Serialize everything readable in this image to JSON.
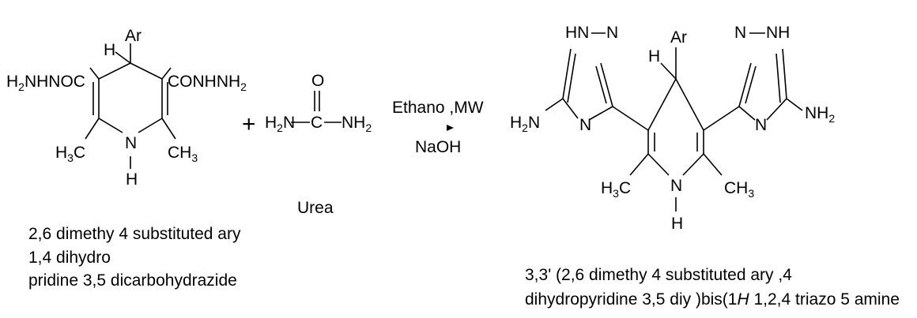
{
  "reactant1": {
    "atoms": {
      "h": "H",
      "ar": "Ar",
      "left_group_main": "H",
      "left_group_sub": "2",
      "left_group_rest": "NHNOC",
      "right_group_main": "CONHNH",
      "right_group_sub": "2",
      "left_methyl_main": "H",
      "left_methyl_sub": "3",
      "left_methyl_rest": "C",
      "right_methyl_main": "CH",
      "right_methyl_sub": "3",
      "ring_n": "N",
      "n_h": "H"
    },
    "caption_lines": [
      "2,6 dimethy  4 substituted ary",
      "1,4 dihydro",
      "pridine 3,5 dicarbohydrazide"
    ]
  },
  "plus": "+",
  "urea": {
    "o": "O",
    "left_main": "H",
    "left_sub": "2",
    "left_rest": "N",
    "c": "C",
    "right_main": "NH",
    "right_sub": "2",
    "name": "Urea"
  },
  "conditions": {
    "top": "Ethano ,MW",
    "bottom": "NaOH"
  },
  "product": {
    "atoms": {
      "h": "H",
      "ar": "Ar",
      "lt_hn": "HN",
      "lt_n1": "N",
      "lt_n2": "N",
      "lt_amine_main": "H",
      "lt_amine_sub": "2",
      "lt_amine_rest": "N",
      "rt_n1": "N",
      "rt_nh": "NH",
      "rt_n2": "N",
      "rt_amine_main": "NH",
      "rt_amine_sub": "2",
      "left_methyl_main": "H",
      "left_methyl_sub": "3",
      "left_methyl_rest": "C",
      "right_methyl_main": "CH",
      "right_methyl_sub": "3",
      "ring_n": "N",
      "n_h": "H"
    },
    "caption_line1": "3,3' (2,6 dimethy  4 substituted ary  ,4",
    "caption_line2_a": "dihydropyridine 3,5 diy )bis(1",
    "caption_line2_italic": "H",
    "caption_line2_b": " 1,2,4 triazo  5 amine"
  }
}
